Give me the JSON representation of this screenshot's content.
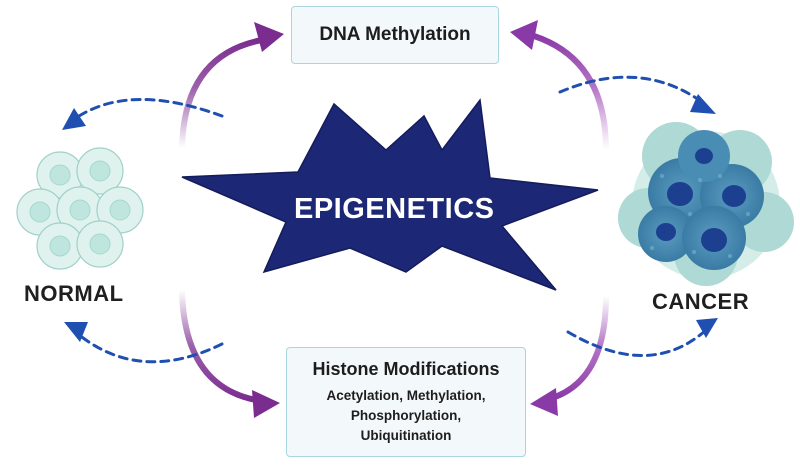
{
  "boxes": {
    "dna_methylation": "DNA Methylation",
    "histone_title": "Histone Modifications",
    "histone_lines": [
      "Acetylation, Methylation,",
      "Phosphorylation,",
      "Ubiquitination"
    ]
  },
  "labels": {
    "normal": "NORMAL",
    "cancer": "CANCER",
    "center": "EPIGENETICS"
  },
  "colors": {
    "starburst_fill": "#1c2776",
    "arrow_purple": "#7b2d8f",
    "dashed_arrow_blue": "#1f4fb0",
    "box_border": "#a9d6e0",
    "normal_cell_fill": "#dff2ee",
    "cancer_cell_fill": "#3d7fa8"
  },
  "icons": {
    "normal_cells": "normal-cells-icon",
    "cancer_cells": "cancer-cells-icon"
  }
}
